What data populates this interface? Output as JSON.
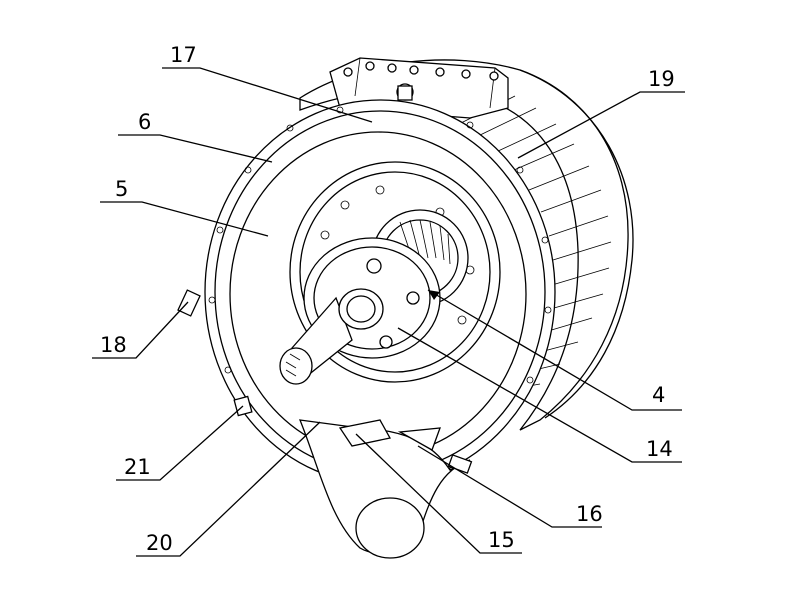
{
  "labels": {
    "l17": "17",
    "l19": "19",
    "l6": "6",
    "l5": "5",
    "l18": "18",
    "l4": "4",
    "l14": "14",
    "l21": "21",
    "l16": "16",
    "l20": "20",
    "l15": "15"
  }
}
